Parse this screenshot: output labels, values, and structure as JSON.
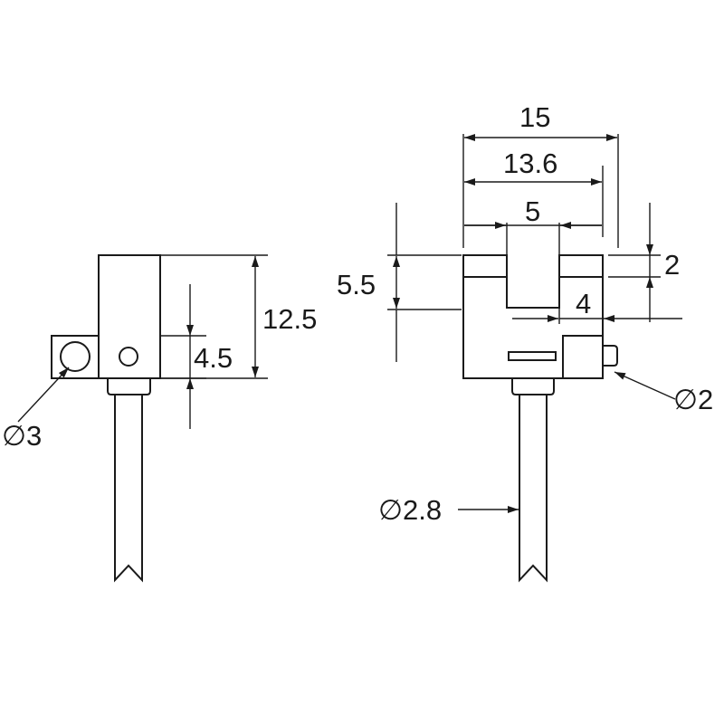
{
  "dimensions": {
    "height_total": "12.5",
    "hole_height": "4.5",
    "hole_diameter": "∅3",
    "width_outer": "15",
    "width_inner": "13.6",
    "slot_width": "5",
    "slot_depth": "5.5",
    "lip_height": "2",
    "lip_width": "4",
    "led_diameter": "∅2",
    "cable_diameter": "∅2.8"
  },
  "colors": {
    "line": "#1a1a1a",
    "background": "#ffffff"
  }
}
